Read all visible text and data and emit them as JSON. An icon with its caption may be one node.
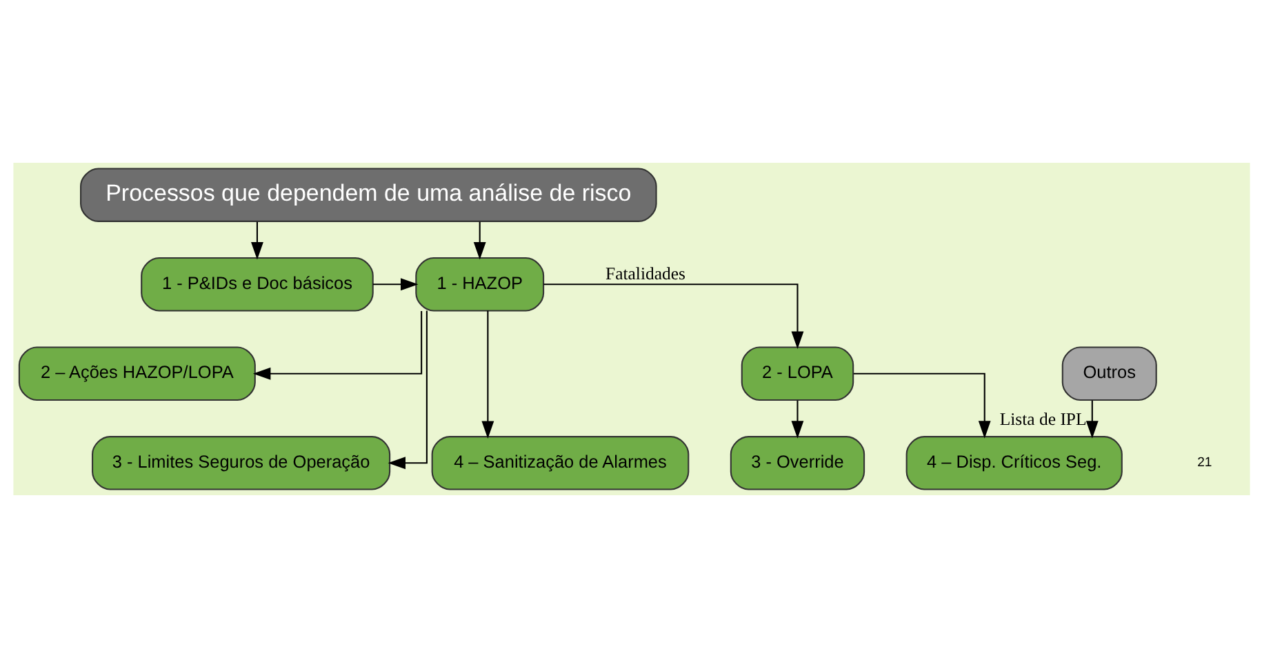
{
  "diagram": {
    "nodes": [
      {
        "text": [
          "Processos que dependem de uma análise de risco"
        ]
      },
      {
        "text": [
          "1 - P&IDs e Doc básicos"
        ]
      },
      {
        "text": [
          "1 - HAZOP"
        ]
      },
      {
        "text": [
          "2 – Ações HAZOP/LOPA"
        ]
      },
      {
        "text": [
          "3 - Limites Seguros de Operação"
        ]
      },
      {
        "text": [
          "4 – Sanitização de Alarmes"
        ]
      },
      {
        "text": [
          "2 - LOPA"
        ]
      },
      {
        "text": [
          "3 - Override"
        ]
      },
      {
        "text": [
          "4 – Disp. Críticos Seg."
        ]
      },
      {
        "text": [
          "Outros"
        ]
      }
    ],
    "edges": [
      {
        "from": 0,
        "to": 2,
        "arrow": "to"
      },
      {
        "from": 0,
        "to": 1,
        "arrow": "to"
      },
      {
        "from": 1,
        "to": 2,
        "arrow": "to"
      },
      {
        "from": 2,
        "to": 3,
        "arrow": "to"
      },
      {
        "from": 2,
        "to": 4,
        "arrow": "to"
      },
      {
        "from": 2,
        "to": 5,
        "arrow": "to"
      },
      {
        "from": 2,
        "to": 6,
        "arrow": "to",
        "label": "Fatalidades"
      },
      {
        "from": 6,
        "to": 7,
        "arrow": "to"
      },
      {
        "from": 6,
        "to": 8,
        "arrow": "to"
      },
      {
        "from": 9,
        "to": 8,
        "arrow": "to",
        "label": "Lista de IPL"
      }
    ],
    "labels": [
      "21"
    ]
  }
}
